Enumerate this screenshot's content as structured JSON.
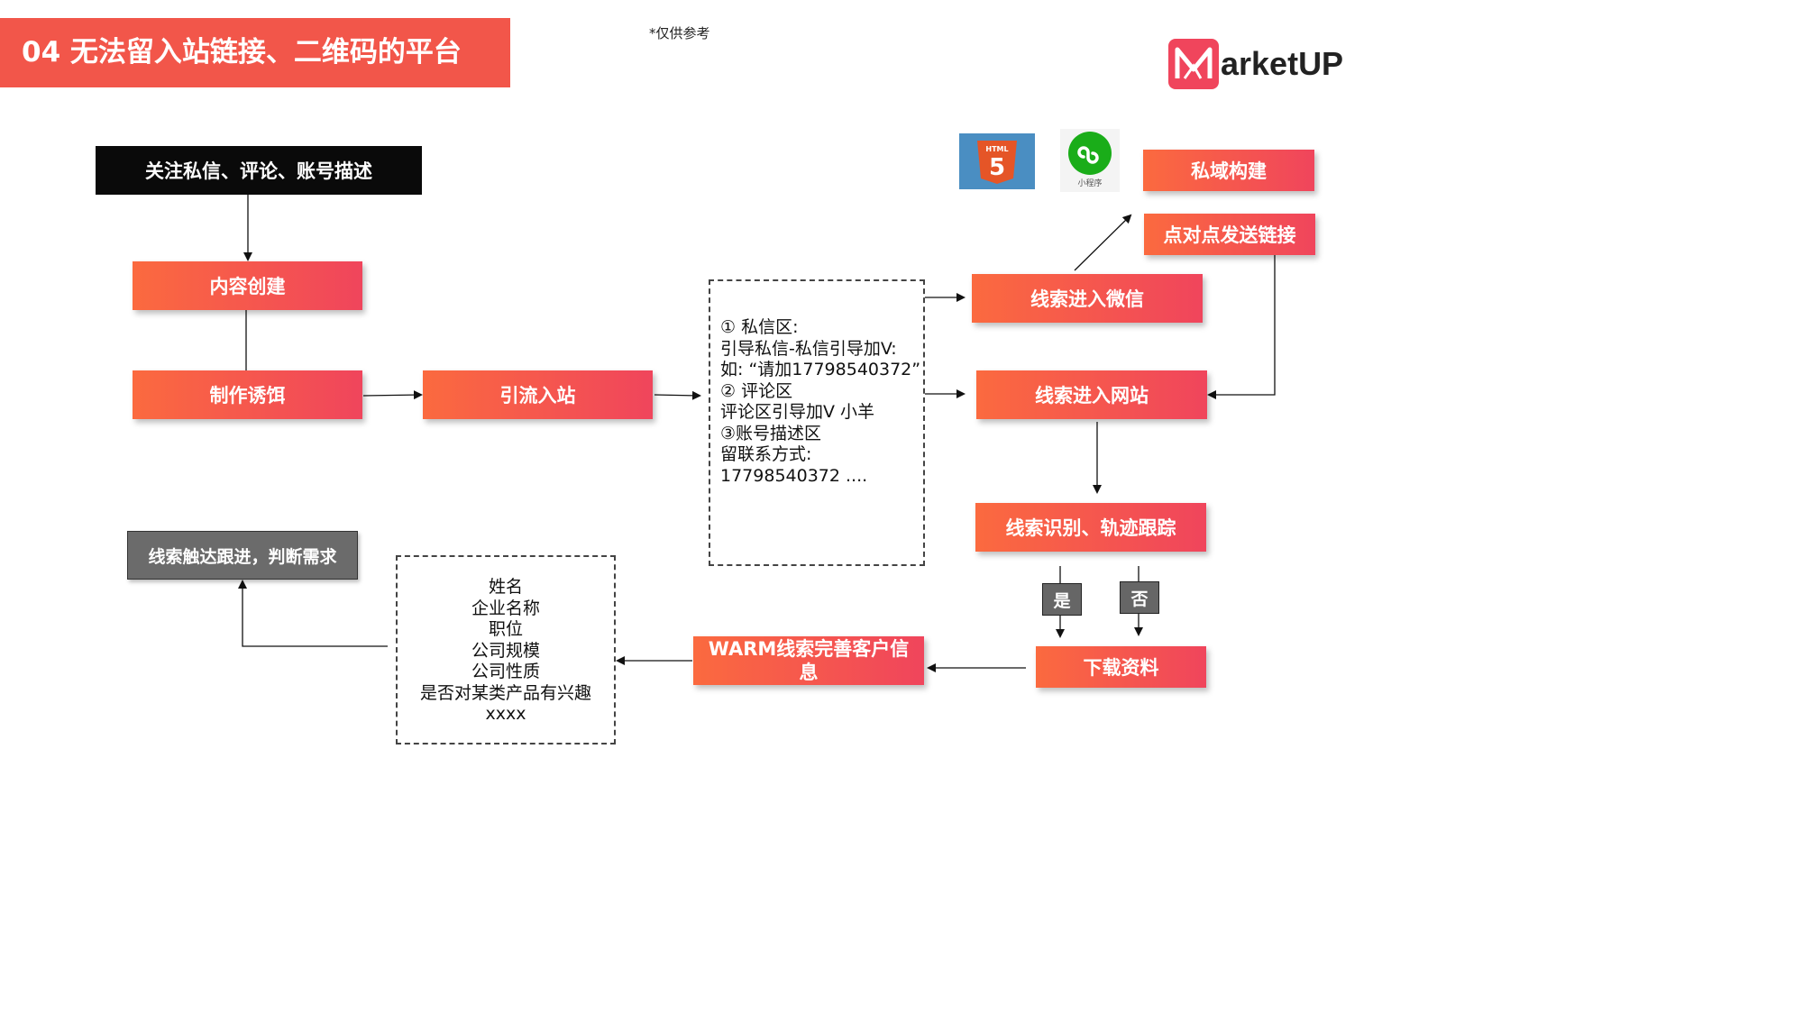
{
  "header": {
    "title": "04  无法留入站链接、二维码的平台",
    "note": "*仅供参考",
    "logo_text": "arketUP",
    "logo_mark": "M"
  },
  "flow": {
    "follow": "关注私信、评论、账号描述",
    "content_create": "内容创建",
    "bait": "制作诱饵",
    "traffic": "引流入站",
    "wechat": "线索进入微信",
    "website": "线索进入网站",
    "private_domain": "私域构建",
    "p2p_link": "点对点发送链接",
    "identify": "线索识别、轨迹跟踪",
    "download": "下载资料",
    "warm": "WARM线索完善客户信息",
    "followup": "线索触达跟进，判断需求",
    "yes": "是",
    "no": "否"
  },
  "icons": {
    "html5_label": "HTML",
    "html5_number": "5",
    "miniprogram_label": "小程序"
  },
  "info_box": {
    "lines": [
      "① 私信区:",
      "引导私信-私信引导加V:",
      "如: “请加17798540372”",
      "",
      "② 评论区",
      "评论区引导加V 小羊",
      "",
      "③账号描述区",
      "留联系方式:",
      "17798540372 ...."
    ]
  },
  "fields_box": {
    "items": [
      "姓名",
      "企业名称",
      "职位",
      "公司规模",
      "公司性质",
      "是否对某类产品有兴趣",
      "xxxx"
    ]
  },
  "colors": {
    "accent": "#f2564a",
    "box_gradient_start": "#fb6a3f",
    "box_gradient_end": "#f0455c",
    "dark": "#0a0a0a",
    "gray": "#6b6b6b"
  }
}
